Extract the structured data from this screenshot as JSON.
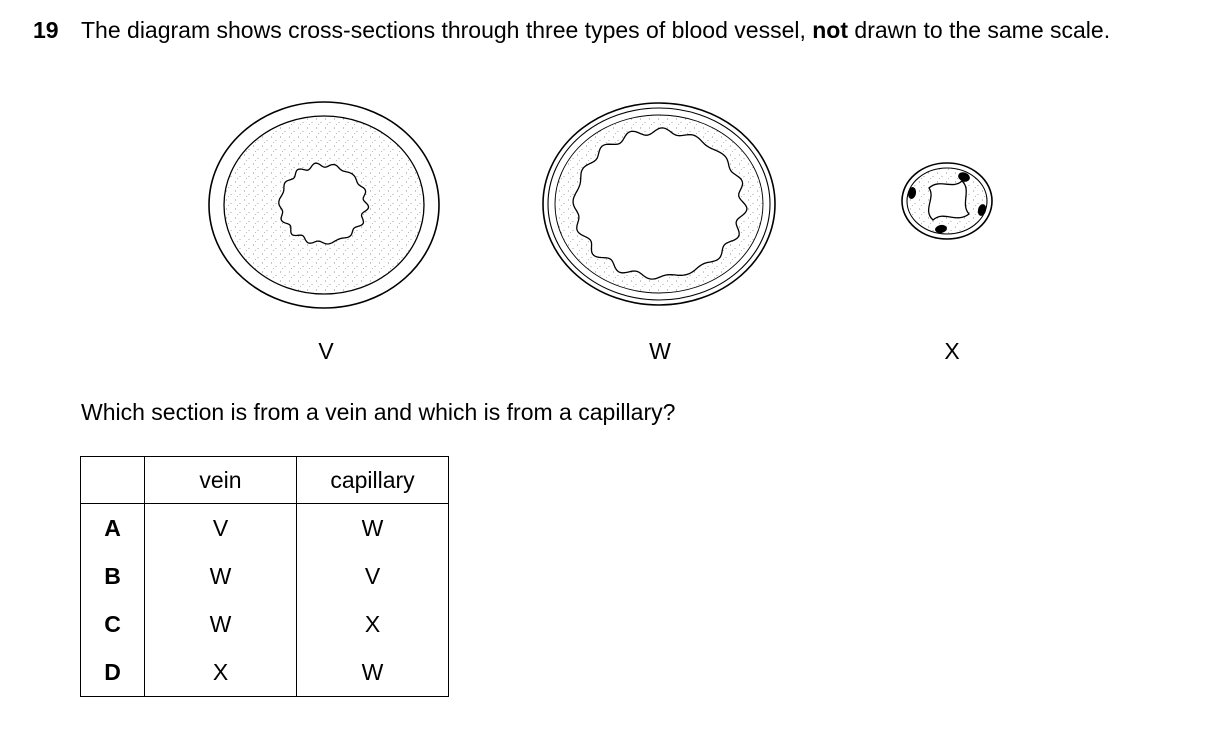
{
  "question": {
    "number": "19",
    "stem_before": "The diagram shows cross-sections through three types of blood vessel, ",
    "stem_bold": "not",
    "stem_after": " drawn to the same scale.",
    "prompt": "Which section is from a vein and which is from a capillary?"
  },
  "diagram": {
    "labels": [
      "V",
      "W",
      "X"
    ]
  },
  "table": {
    "headers": [
      "",
      "vein",
      "capillary"
    ],
    "rows": [
      {
        "key": "A",
        "vein": "V",
        "capillary": "W"
      },
      {
        "key": "B",
        "vein": "W",
        "capillary": "V"
      },
      {
        "key": "C",
        "vein": "W",
        "capillary": "X"
      },
      {
        "key": "D",
        "vein": "X",
        "capillary": "W"
      }
    ]
  }
}
